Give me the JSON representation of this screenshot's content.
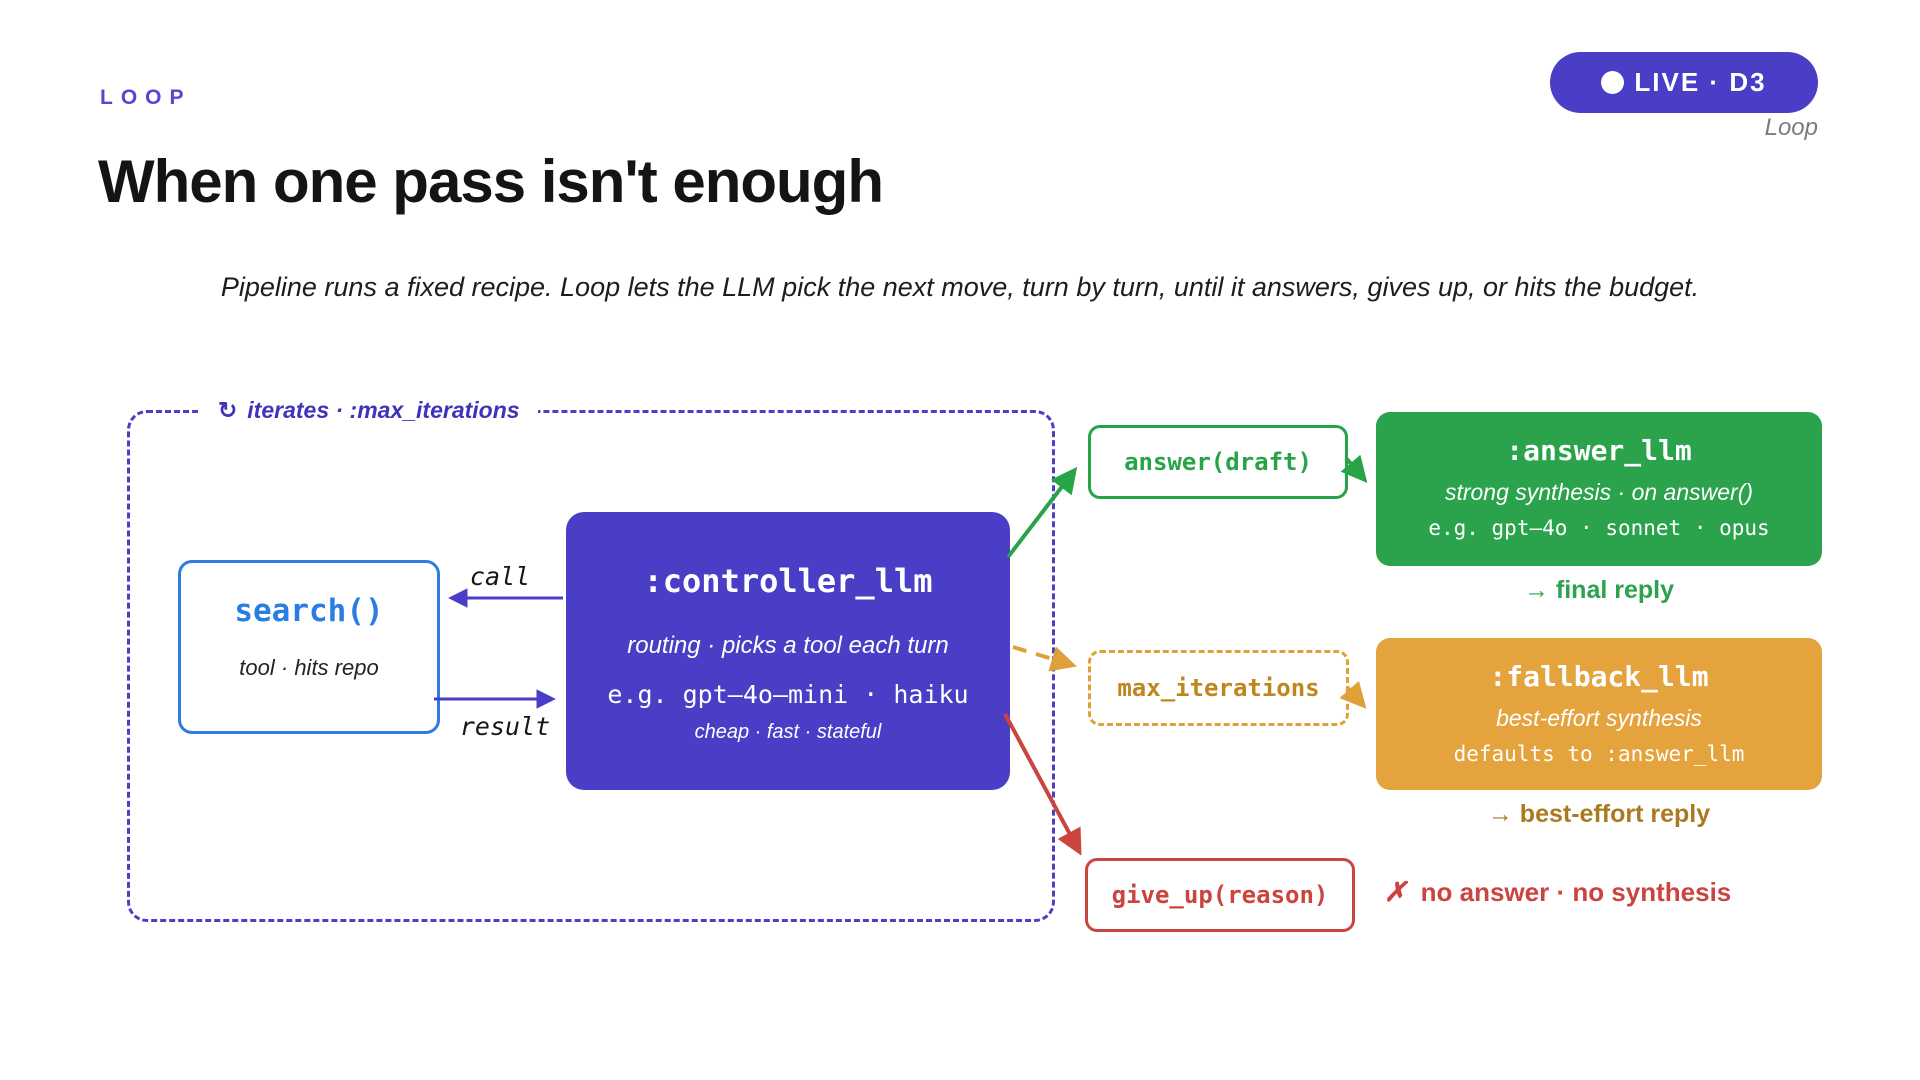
{
  "header": {
    "eyebrow": "LOOP",
    "badge": {
      "label": "LIVE · D3"
    },
    "corner_note": "Loop",
    "title": "When one pass isn't enough",
    "subtitle": "Pipeline runs a fixed recipe. Loop lets the LLM pick the next move, turn by turn, until it answers, gives up, or hits the budget."
  },
  "diagram": {
    "loop_label": {
      "icon": "↻",
      "text": "iterates · :max_iterations"
    },
    "search": {
      "title": "search()",
      "subtitle": "tool · hits repo"
    },
    "controller": {
      "title": ":controller_llm",
      "line1": "routing · picks a tool each turn",
      "line2": "e.g. gpt–4o–mini · haiku",
      "line3": "cheap · fast · stateful"
    },
    "edges": {
      "call": "call",
      "result": "result"
    },
    "answer": {
      "pill": "answer(draft)",
      "title": ":answer_llm",
      "line1": "strong synthesis · on answer()",
      "line2": "e.g. gpt–4o · sonnet · opus",
      "reply": "→ final reply"
    },
    "fallback": {
      "pill": "max_iterations",
      "title": ":fallback_llm",
      "line1": "best-effort synthesis",
      "line2": "defaults to :answer_llm",
      "reply": "→ best-effort reply"
    },
    "giveup": {
      "pill": "give_up(reason)",
      "note_icon": "✗",
      "note_text": "no answer · no synthesis"
    }
  },
  "colors": {
    "indigo": "#4a3dc6",
    "blue": "#2b7ce2",
    "green": "#2aa34c",
    "orange": "#e5a33d",
    "orange_dark": "#b07d22",
    "red": "#cb443f"
  }
}
